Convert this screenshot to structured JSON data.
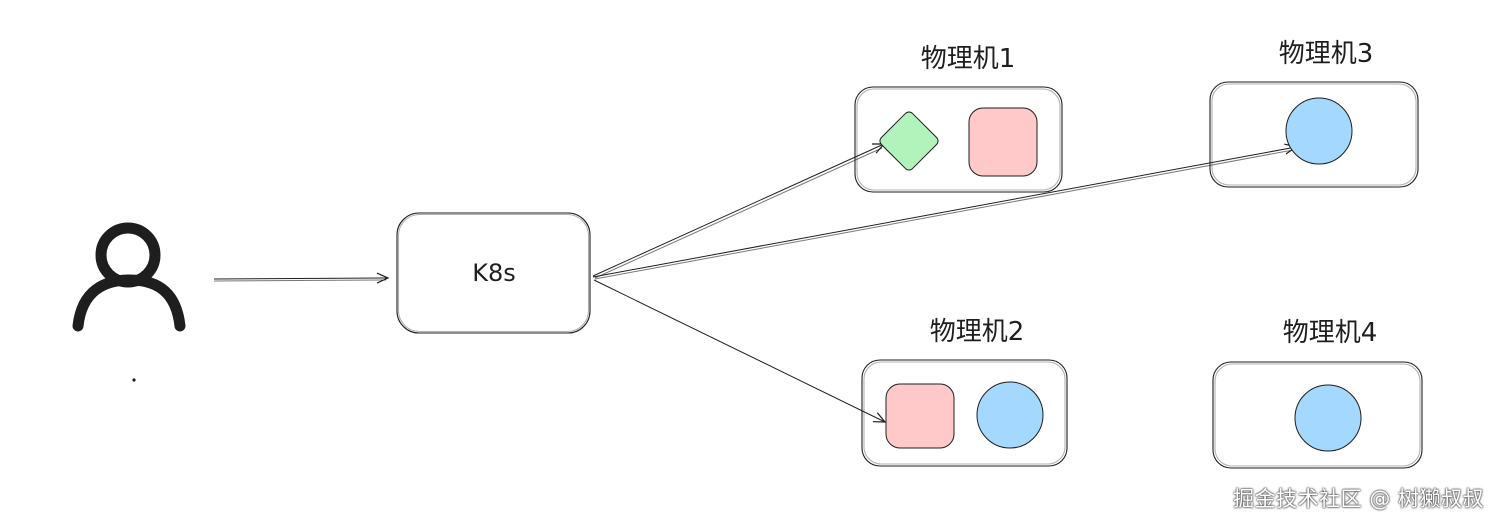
{
  "k8s_label": "K8s",
  "machines": [
    {
      "label": "物理机1",
      "items": [
        "diamond-green",
        "square-pink"
      ]
    },
    {
      "label": "物理机3",
      "items": [
        "circle-blue"
      ]
    },
    {
      "label": "物理机2",
      "items": [
        "square-pink",
        "circle-blue"
      ]
    },
    {
      "label": "物理机4",
      "items": [
        "circle-blue"
      ]
    }
  ],
  "colors": {
    "stroke": "#1e1e1e",
    "green": "#b2f2bb",
    "green_stroke": "#2f9e44",
    "pink": "#ffc9c9",
    "blue": "#a5d8ff",
    "box_fill": "#ffffff"
  },
  "icons": {
    "user": "user-icon"
  },
  "watermark": "掘金技术社区 @ 树獭叔叔"
}
